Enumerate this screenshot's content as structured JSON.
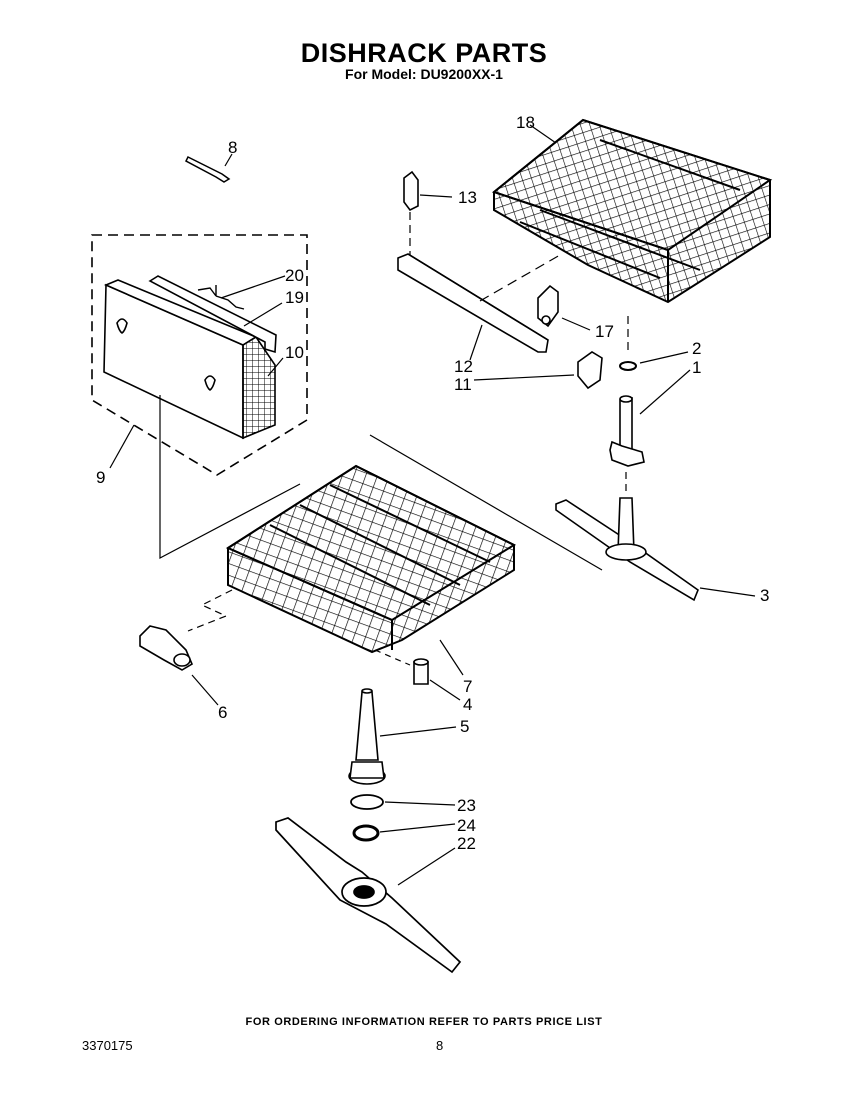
{
  "header": {
    "title": "DISHRACK PARTS",
    "subtitle": "For Model: DU9200XX-1"
  },
  "callouts": {
    "c1": "1",
    "c2": "2",
    "c3": "3",
    "c4": "4",
    "c5": "5",
    "c6": "6",
    "c7": "7",
    "c8": "8",
    "c9": "9",
    "c10": "10",
    "c11": "11",
    "c12": "12",
    "c13": "13",
    "c17": "17",
    "c18": "18",
    "c19": "19",
    "c20": "20",
    "c22": "22",
    "c23": "23",
    "c24": "24"
  },
  "footer": {
    "ordering_note": "FOR ORDERING INFORMATION REFER TO PARTS PRICE LIST",
    "document_number": "3370175",
    "page_number": "8"
  }
}
